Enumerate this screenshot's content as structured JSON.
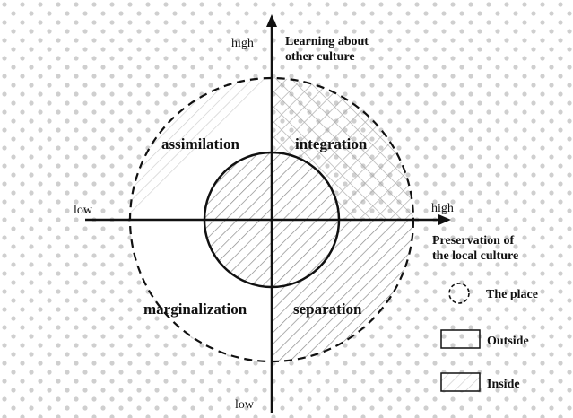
{
  "axes": {
    "y_high": "high",
    "y_low": "low",
    "y_title_line1": "Learning about",
    "y_title_line2": "other culture",
    "x_high": "high",
    "x_low": "low",
    "x_title_line1": "Preservation of",
    "x_title_line2": "the local culture"
  },
  "quadrants": {
    "top_left": "assimilation",
    "top_right": "integration",
    "bottom_left": "marginalization",
    "bottom_right": "separation"
  },
  "legend": {
    "place": "The place",
    "outside": "Outside",
    "inside": "Inside"
  }
}
